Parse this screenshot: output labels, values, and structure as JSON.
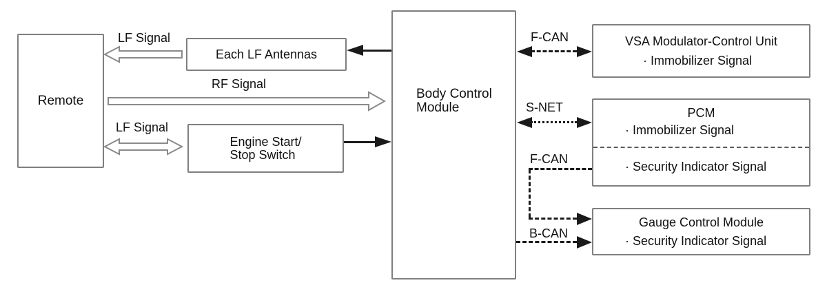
{
  "diagram": {
    "boxes": {
      "remote": {
        "label": "Remote"
      },
      "each_lf_antennas": {
        "label": "Each LF Antennas"
      },
      "engine_switch": {
        "line1": "Engine Start/",
        "line2": "Stop Switch"
      },
      "bcm": {
        "line1": "Body Control",
        "line2": "Module"
      },
      "vsa": {
        "title": "VSA Modulator-Control Unit",
        "bullet": "· Immobilizer Signal"
      },
      "pcm": {
        "title": "PCM",
        "bullet1": "· Immobilizer Signal",
        "bullet2": "· Security Indicator Signal"
      },
      "gauge": {
        "title": "Gauge Control Module",
        "bullet": "· Security Indicator Signal"
      }
    },
    "labels": {
      "lf_signal_top": "LF Signal",
      "rf_signal": "RF Signal",
      "lf_signal_bottom": "LF Signal",
      "f_can_top": "F-CAN",
      "s_net": "S-NET",
      "f_can_bottom": "F-CAN",
      "b_can": "B-CAN"
    },
    "colors": {
      "background": "#ffffff",
      "box_border": "#7f7f7f",
      "solid_line": "#1a1a1a",
      "hollow_arrow_outline": "#8a8a8a",
      "text": "#111111"
    }
  }
}
